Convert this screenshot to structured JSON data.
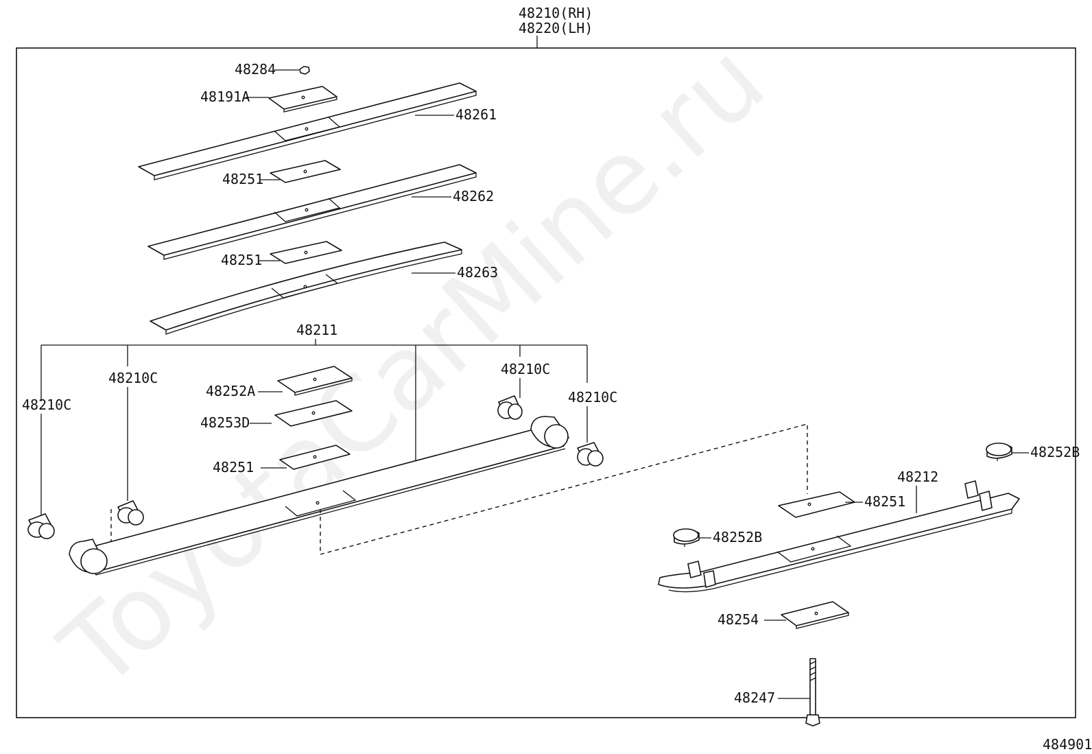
{
  "header": {
    "rh": "48210(RH)",
    "lh": "48220(LH)"
  },
  "watermark": "ToyotaCarMine.ru",
  "figure_id": "484901",
  "labels": {
    "p48284": "48284",
    "p48191a": "48191A",
    "p48261": "48261",
    "p48251_a": "48251",
    "p48262": "48262",
    "p48251_b": "48251",
    "p48263": "48263",
    "p48211": "48211",
    "p48210c_far_left": "48210C",
    "p48210c_left": "48210C",
    "p48210c_mid": "48210C",
    "p48210c_right": "48210C",
    "p48252a": "48252A",
    "p48253d": "48253D",
    "p48251_c": "48251",
    "p48252b_top": "48252B",
    "p48212": "48212",
    "p48251_d": "48251",
    "p48252b_mid": "48252B",
    "p48254": "48254",
    "p48247": "48247"
  }
}
